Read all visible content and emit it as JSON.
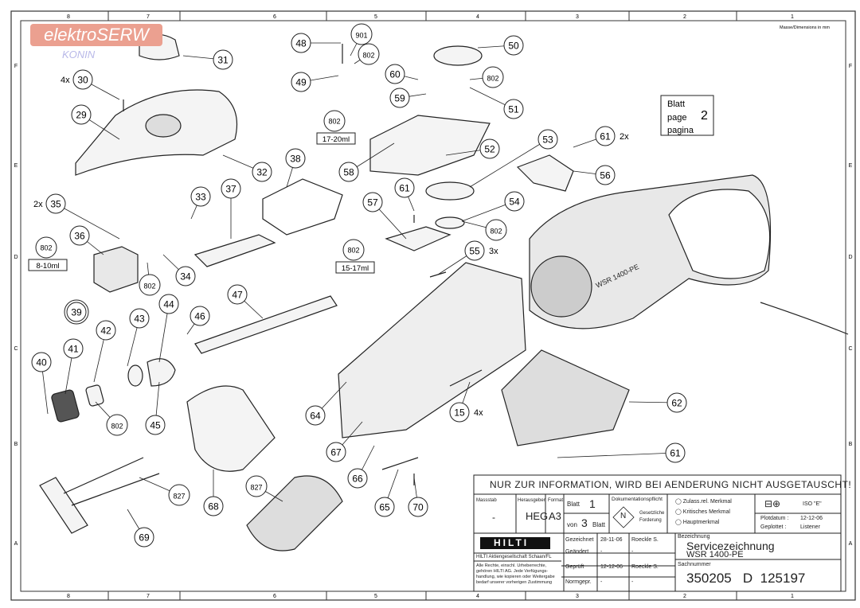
{
  "watermark": {
    "brand": "elektroSERW",
    "city": "KONIN"
  },
  "frame": {
    "columns": [
      "8",
      "7",
      "6",
      "5",
      "4",
      "3",
      "2",
      "1"
    ],
    "rows": [
      "F",
      "E",
      "D",
      "C",
      "B",
      "A"
    ],
    "units_note": "Masse/Dimensions in mm"
  },
  "page_box": {
    "line1": "Blatt",
    "line2": "page",
    "line3": "pagina",
    "number": "2"
  },
  "callouts": [
    {
      "label": "31"
    },
    {
      "label": "30",
      "qty": "4x"
    },
    {
      "label": "29"
    },
    {
      "label": "32"
    },
    {
      "label": "38"
    },
    {
      "label": "33"
    },
    {
      "label": "37"
    },
    {
      "label": "35",
      "qty": "2x"
    },
    {
      "label": "36"
    },
    {
      "label": "34"
    },
    {
      "label": "802"
    },
    {
      "label": "47"
    },
    {
      "label": "39"
    },
    {
      "label": "44"
    },
    {
      "label": "43"
    },
    {
      "label": "46"
    },
    {
      "label": "42"
    },
    {
      "label": "41"
    },
    {
      "label": "40"
    },
    {
      "label": "802"
    },
    {
      "label": "45"
    },
    {
      "label": "48"
    },
    {
      "label": "901"
    },
    {
      "label": "802"
    },
    {
      "label": "49"
    },
    {
      "label": "50"
    },
    {
      "label": "60"
    },
    {
      "label": "802"
    },
    {
      "label": "59"
    },
    {
      "label": "51"
    },
    {
      "label": "58"
    },
    {
      "label": "52"
    },
    {
      "label": "53"
    },
    {
      "label": "61",
      "qty": "2x"
    },
    {
      "label": "56"
    },
    {
      "label": "57"
    },
    {
      "label": "61"
    },
    {
      "label": "54"
    },
    {
      "label": "802"
    },
    {
      "label": "55",
      "qty": "3x"
    },
    {
      "label": "64"
    },
    {
      "label": "15",
      "qty": "4x"
    },
    {
      "label": "62"
    },
    {
      "label": "67"
    },
    {
      "label": "66"
    },
    {
      "label": "65"
    },
    {
      "label": "70"
    },
    {
      "label": "61"
    },
    {
      "label": "68"
    },
    {
      "label": "827"
    },
    {
      "label": "827"
    },
    {
      "label": "69"
    }
  ],
  "grease_boxes": [
    {
      "label": "802",
      "amount": "8-10ml"
    },
    {
      "label": "802",
      "amount": "17-20ml"
    },
    {
      "label": "802",
      "amount": "15-17ml"
    }
  ],
  "title_block": {
    "notice": "NUR ZUR INFORMATION, WIRD BEI AENDERUNG NICHT AUSGETAUSCHT!",
    "massstab_label": "Massstab",
    "massstab": "-",
    "herausgeber_label": "Herausgeber",
    "herausgeber": "HEG",
    "format_label": "Format",
    "format": "A3",
    "blatt_label": "Blatt",
    "blatt": "1",
    "von_label": "von",
    "von": "3",
    "blatt_suffix": "Blatt",
    "doc_label": "Dokumentationspflicht",
    "doc_symbol": "N",
    "doc_text1": "Gesetzliche",
    "doc_text2": "Forderung",
    "merkmal": [
      "Zulass.rel. Merkmal",
      "Kritisches Merkmal",
      "Hauptmerkmal"
    ],
    "iso": "ISO \"E\"",
    "plotdatum_label": "Plotdatum :",
    "plotdatum": "12-12-06",
    "geplottet_label": "Geplottet :",
    "geplottet": "Listener",
    "logo": "HILTI",
    "company": "HILTI Aktiengesellschaft Schaan/FL",
    "rights": "Alle Rechte, einschl. Urheberrechte, gehören HILTI AG. Jede Verfügungs- handlung, wie kopieren oder Weitergabe bedarf unserer vorherigen Zustimmung",
    "rows": [
      {
        "label": "Gezeichnet",
        "date": "28-11-06",
        "name": "Roeckle S."
      },
      {
        "label": "Geändert",
        "date": "-",
        "name": "-"
      },
      {
        "label": "Geprüft",
        "date": "12-12-06",
        "name": "Roeckle S."
      },
      {
        "label": "Normgepr.",
        "date": "-",
        "name": "-"
      }
    ],
    "bezeichnung_label": "Bezeichnung",
    "title1": "Servicezeichnung",
    "title2": "WSR 1400-PE",
    "sachnummer_label": "Sachnummer",
    "sachnummer": "350205   D  125197"
  },
  "product_label": "WSR 1400-PE"
}
